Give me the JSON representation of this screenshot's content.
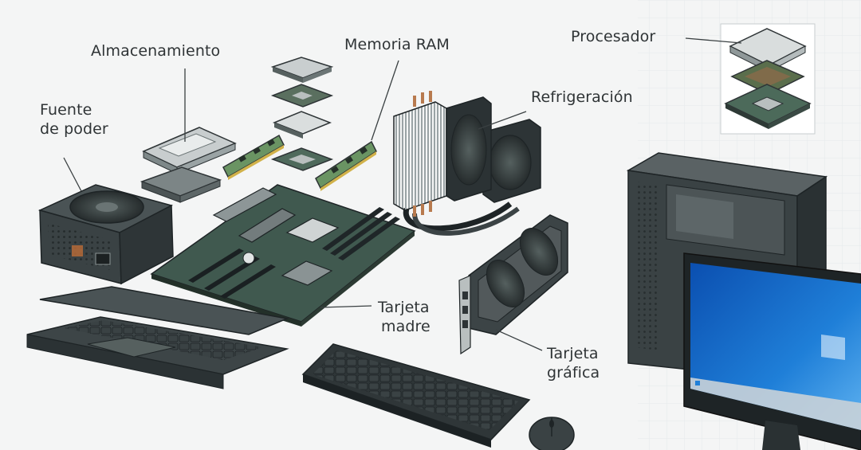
{
  "labels": {
    "storage": "Almacenamiento",
    "ram": "Memoria RAM",
    "processor": "Procesador",
    "psu_line1": "Fuente",
    "psu_line2": "de poder",
    "cooling": "Refrigeración",
    "motherboard_line1": "Tarjeta",
    "motherboard_line2": "madre",
    "gpu_line1": "Tarjeta",
    "gpu_line2": "gráfica"
  },
  "colors": {
    "ink": "#2f3436",
    "component_dark": "#3c4446",
    "component_mid": "#5d6769",
    "pcb_green": "#3f5a50",
    "ram_green": "#5f8a5a",
    "screen_blue": "#1f7fd8"
  }
}
